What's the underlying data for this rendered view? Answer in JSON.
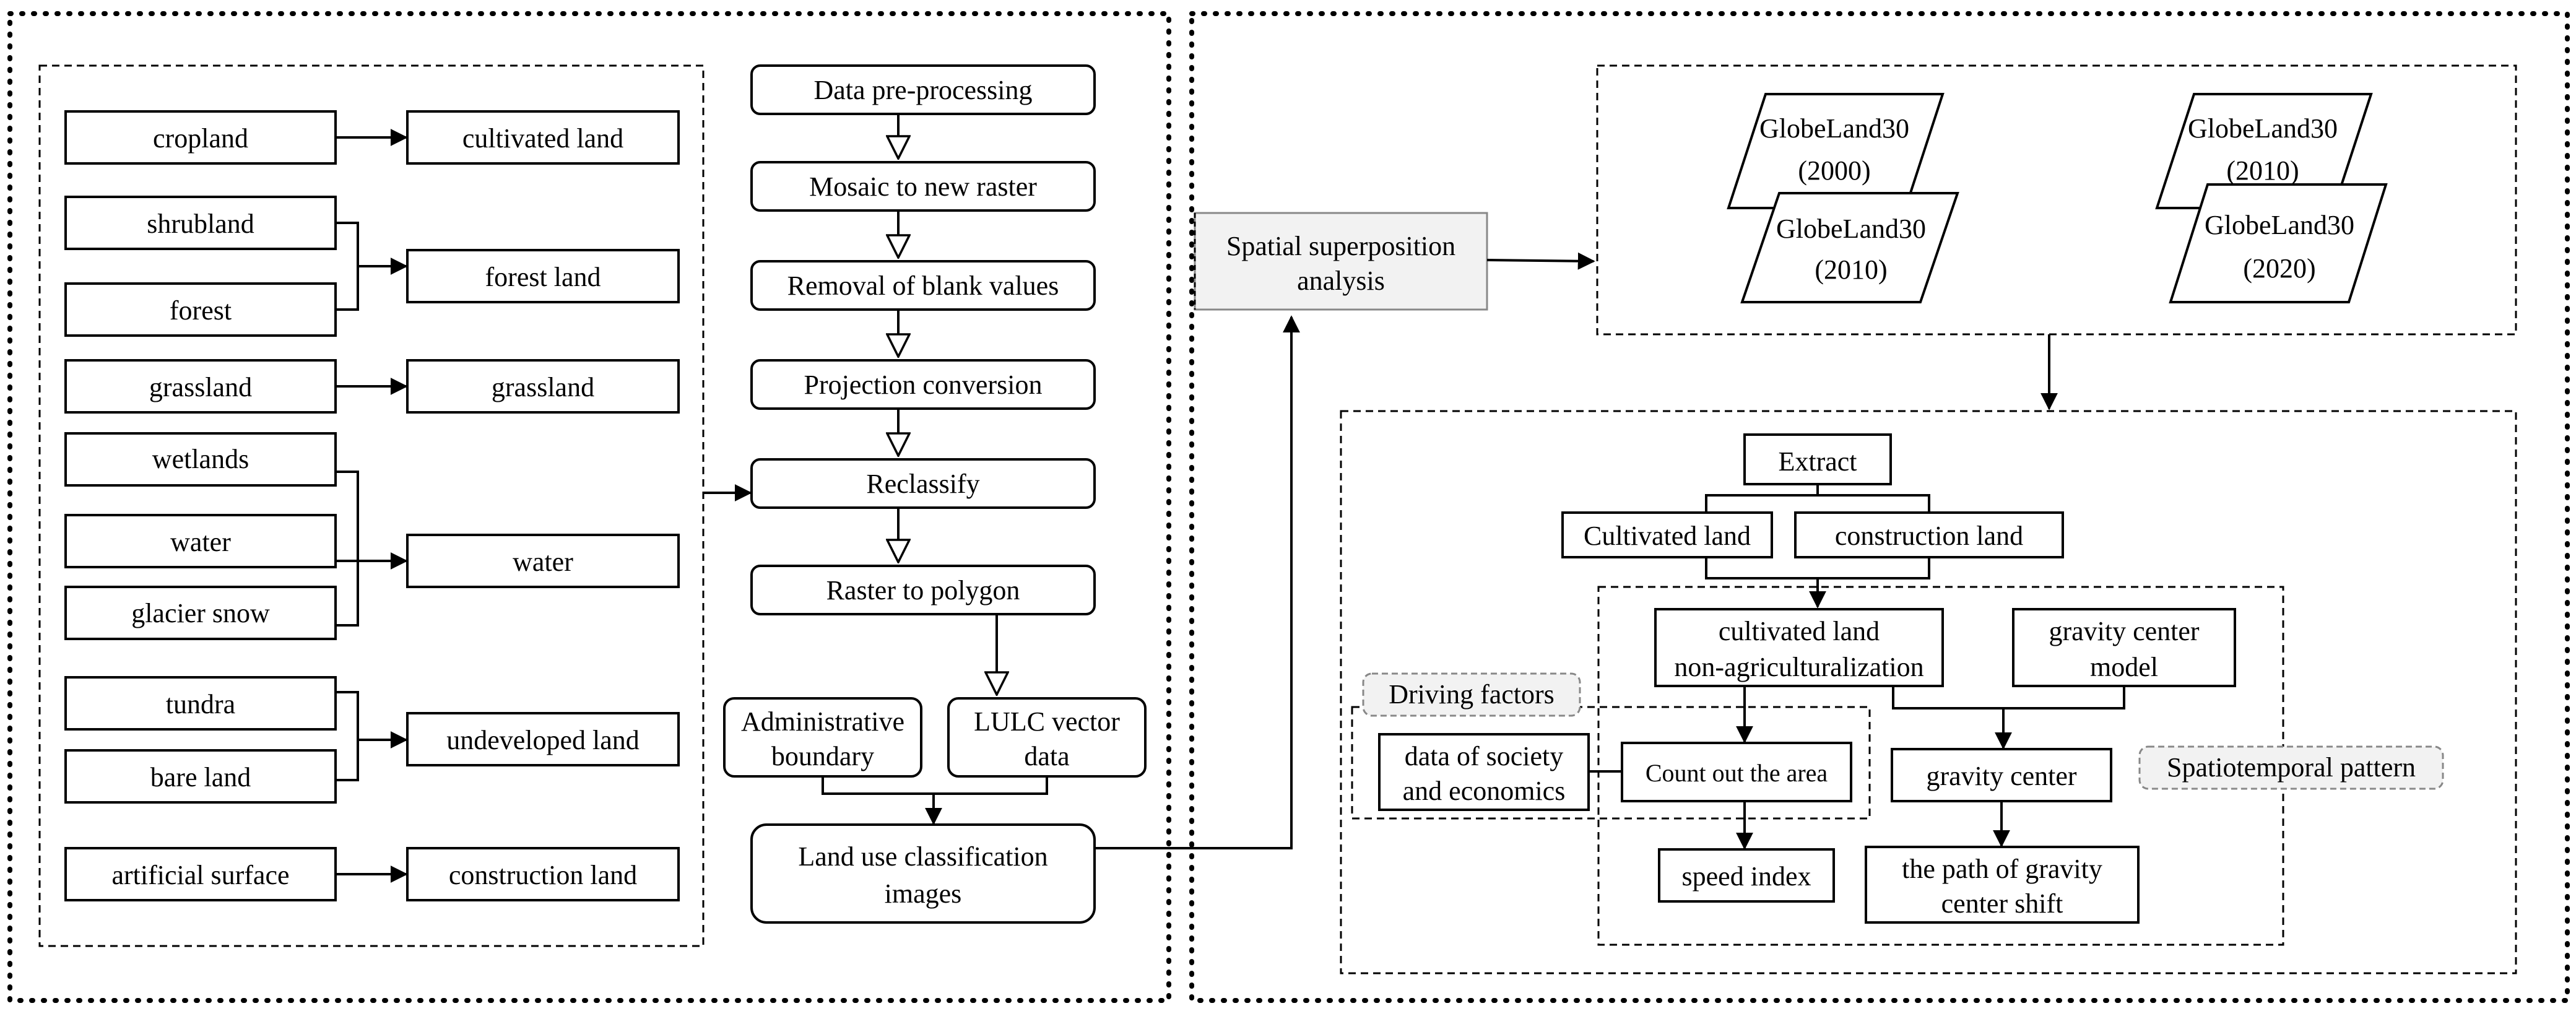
{
  "classification": {
    "pairs": [
      {
        "source": "cropland",
        "target": "cultivated land"
      },
      {
        "source": "grassland",
        "target": "grassland"
      },
      {
        "source": "artificial surface",
        "target": "construction land"
      }
    ],
    "groups": [
      {
        "sources": [
          "shrubland",
          "forest"
        ],
        "target": "forest land"
      },
      {
        "sources": [
          "wetlands",
          "water",
          "glacier snow"
        ],
        "target": "water"
      },
      {
        "sources": [
          "tundra",
          "bare land"
        ],
        "target": "undeveloped land"
      }
    ]
  },
  "preprocessing": {
    "steps": [
      "Data pre-processing",
      "Mosaic to new raster",
      "Removal of blank values",
      "Projection conversion",
      "Reclassify",
      "Raster to polygon"
    ],
    "admin_boundary": [
      "Administrative",
      "boundary"
    ],
    "lulc_vector": [
      "LULC vector",
      "data"
    ],
    "classification_images": [
      "Land use classification",
      "images"
    ]
  },
  "superposition": {
    "label": [
      "Spatial superposition",
      "analysis"
    ]
  },
  "globeland": {
    "pairs": [
      [
        [
          "GlobeLand30",
          "(2000)"
        ],
        [
          "GlobeLand30",
          "(2010)"
        ]
      ],
      [
        [
          "GlobeLand30",
          "(2010)"
        ],
        [
          "GlobeLand30",
          "(2020)"
        ]
      ]
    ]
  },
  "analysis": {
    "extract": "Extract",
    "cultivated_land": "Cultivated land",
    "construction_land": "construction land",
    "non_agri": [
      "cultivated land",
      "non-agriculturalization"
    ],
    "gravity_model": [
      "gravity center",
      "model"
    ],
    "driving_factors": "Driving factors",
    "society_economics": [
      "data of society",
      "and economics"
    ],
    "count_area": "Count out the area",
    "gravity_center": "gravity center",
    "spatiotemporal": "Spatiotemporal pattern",
    "speed_index": "speed index",
    "gravity_path": [
      "the path of gravity",
      "center shift"
    ]
  }
}
